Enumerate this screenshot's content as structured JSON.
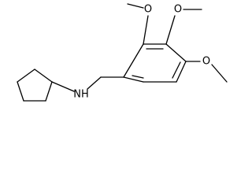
{
  "molecule": {
    "atom_labels": {
      "amine": "NH",
      "methoxy_o_top_left": "O",
      "methoxy_o_top_right": "O",
      "methoxy_o_right": "O"
    },
    "colors": {
      "bond": "#000000",
      "label": "#000000",
      "background": "#ffffff"
    }
  }
}
